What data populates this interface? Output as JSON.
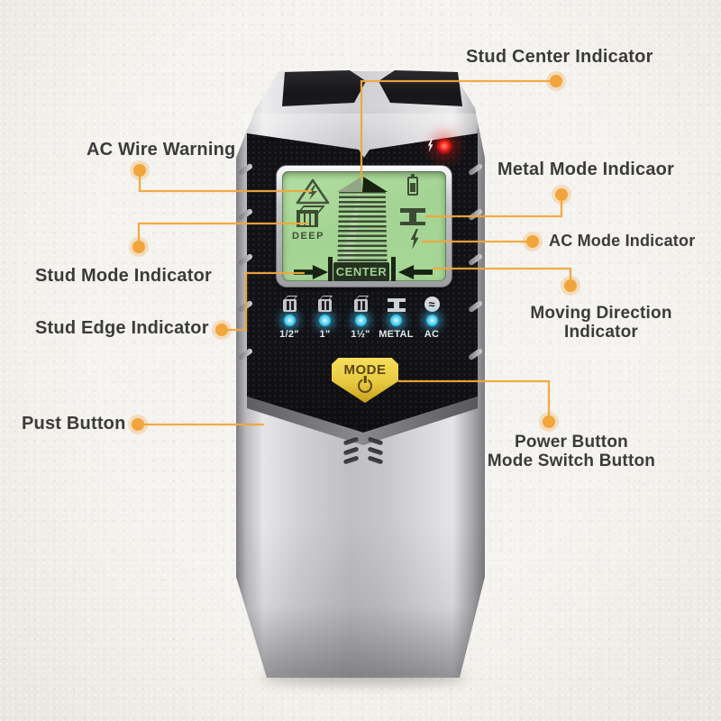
{
  "annotations": {
    "stud_center": {
      "label": "Stud Center Indicator"
    },
    "ac_wire": {
      "label": "AC Wire Warning"
    },
    "stud_mode": {
      "label": "Stud Mode Indicator"
    },
    "stud_edge": {
      "label": "Stud Edge Indicator"
    },
    "push_button": {
      "label": "Pust Button"
    },
    "metal_mode": {
      "label": "Metal Mode Indicaor"
    },
    "ac_mode": {
      "label": "AC Mode Indicator"
    },
    "moving_direction": {
      "line1": "Moving Direction",
      "line2": "Indicator"
    },
    "power_mode": {
      "line1": "Power Button",
      "line2": "Mode Switch Button"
    }
  },
  "device": {
    "lcd": {
      "deep_label": "DEEP",
      "center_label": "CENTER"
    },
    "indicators": [
      {
        "label": "1/2\""
      },
      {
        "label": "1\""
      },
      {
        "label": "1½\""
      },
      {
        "label": "METAL"
      },
      {
        "label": "AC"
      }
    ],
    "mode_button": {
      "label": "MODE"
    },
    "ac_wave_glyph": "≈"
  },
  "colors": {
    "accent": "#F0A63C",
    "label_text": "#3B3B3B",
    "lcd_green": "#A4D494",
    "lcd_icon": "#3C4C34",
    "led_blue": "#41C9EF",
    "led_red": "#E81812",
    "mode_yellow": "#E7C83E"
  }
}
